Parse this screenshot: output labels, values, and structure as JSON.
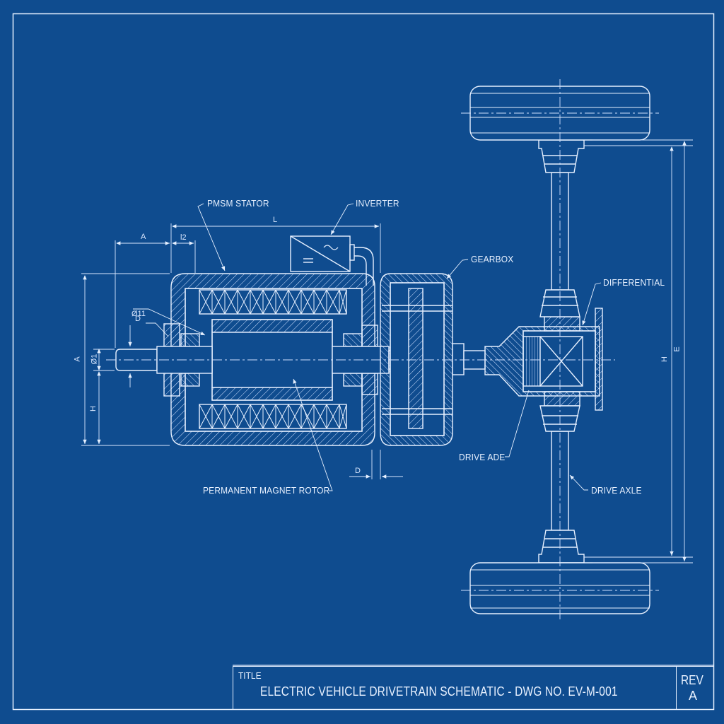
{
  "drawing": {
    "background": "#0f4c8f",
    "line_color": "#e6f0ff",
    "labels": {
      "pmsm_stator": "PMSM STATOR",
      "inverter": "INVERTER",
      "gearbox": "GEARBOX",
      "differential": "DIFFERENTIAL",
      "drive_ade": "DRIVE ADE",
      "drive_axle": "DRIVE AXLE",
      "permanent_magnet_rotor": "PERMANENT MAGNET ROTOR"
    },
    "dimensions": {
      "A_top": "A",
      "l2": "l2",
      "L": "L",
      "dia11": "Ø11",
      "D_left": "D",
      "A_side": "A",
      "dia1": "Ø1",
      "H_side": "H",
      "D_bottom": "D",
      "H_right": "H",
      "E_right": "E"
    },
    "inverter_symbols": {
      "ac": "~",
      "dc": "="
    }
  },
  "title_block": {
    "caption": "TITLE",
    "title": "ELECTRIC VEHICLE DRIVETRAIN SCHEMATIC - DWG NO.  EV-M-001",
    "rev_label": "REV",
    "rev_value": "A"
  }
}
